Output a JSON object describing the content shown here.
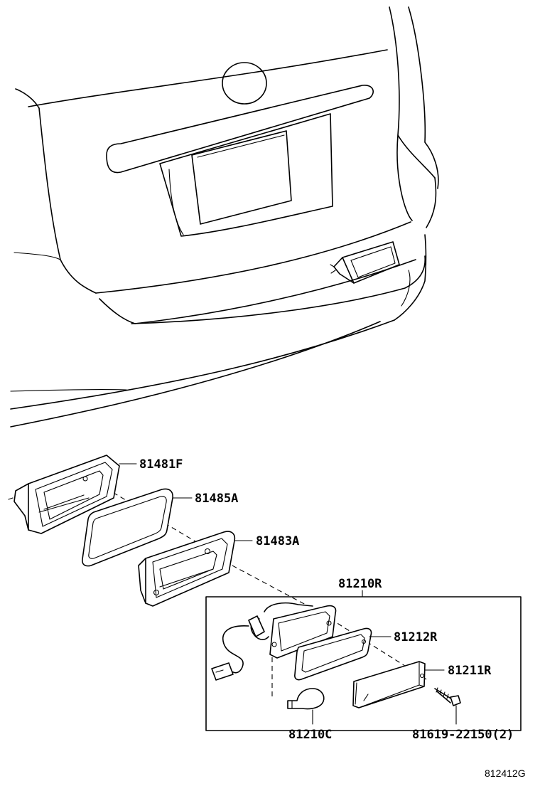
{
  "labels": {
    "p81481F": "81481F",
    "p81485A": "81485A",
    "p81483A": "81483A",
    "p81210R": "81210R",
    "p81212R": "81212R",
    "p81211R": "81211R",
    "p81210C": "81210C",
    "p81619": "81619-22150(2)"
  },
  "figure_code": "812412G"
}
